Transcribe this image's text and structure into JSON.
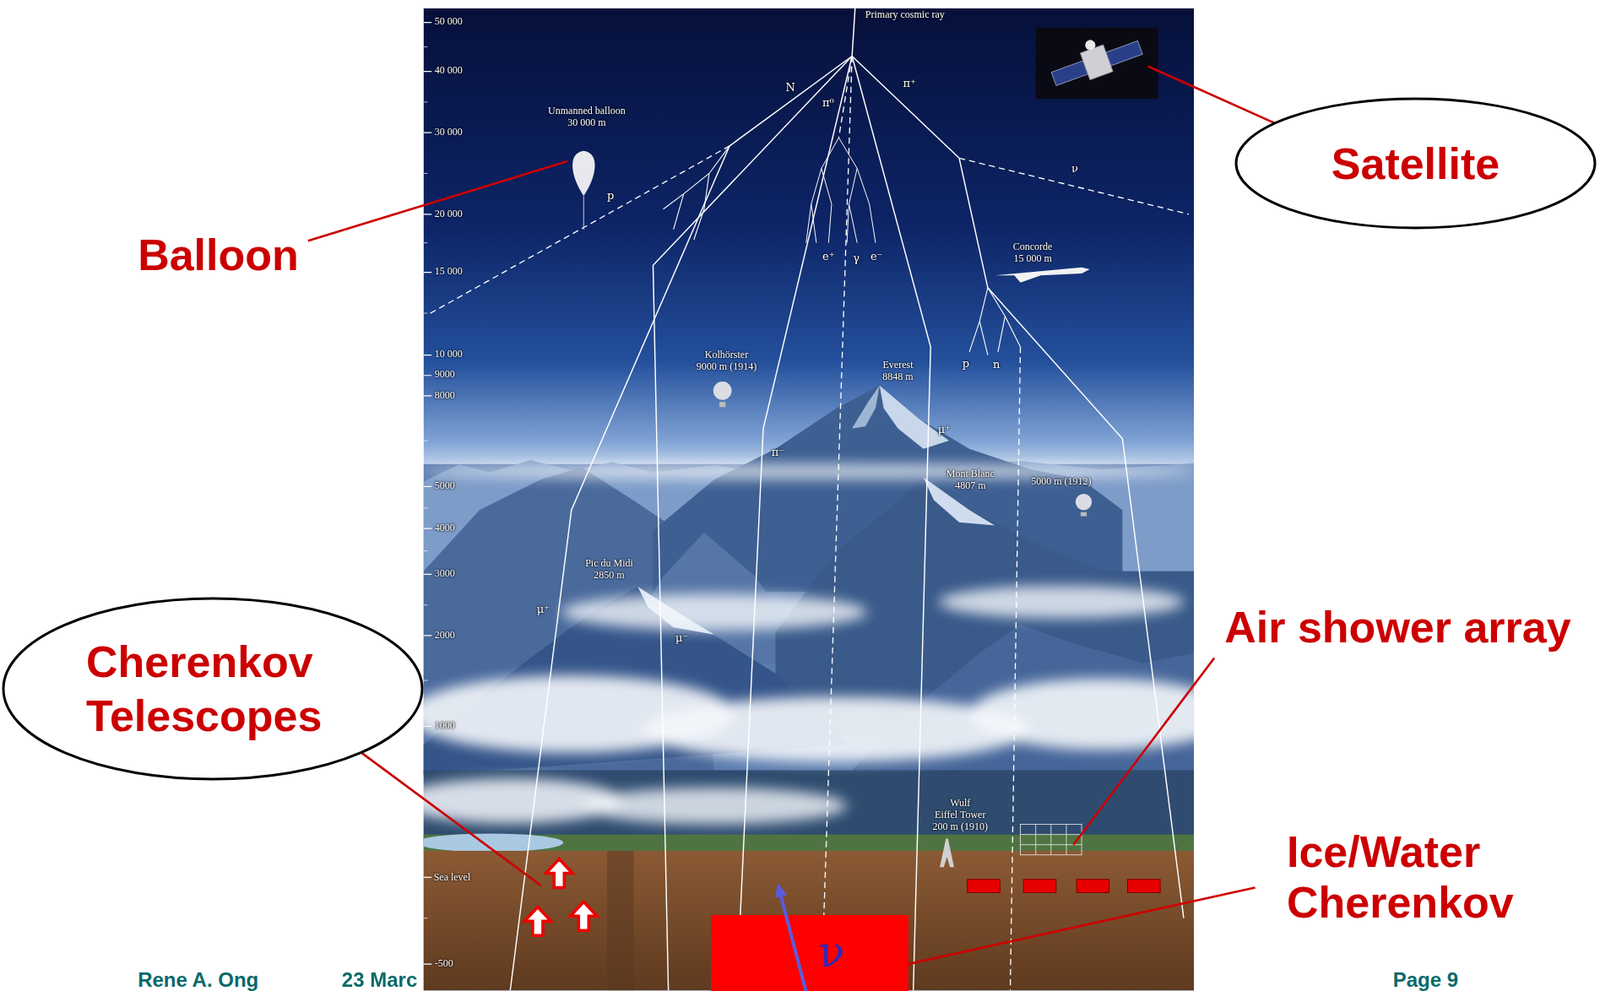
{
  "diagram": {
    "nodes": [
      {
        "text": [
          "Satellite"
        ]
      },
      {
        "text": [
          "Cherenkov Telescopes"
        ]
      },
      {
        "text": [
          "ν"
        ]
      }
    ],
    "labels": [
      "Balloon",
      "Air shower array",
      "Ice/Water Cherenkov",
      "Rene A. Ong",
      "23 Marc",
      "Page 9",
      "Primary cosmic ray",
      "Unmanned balloon 30 000 m",
      "Concorde 15 000 m",
      "Kolhörster 9000 m (1914)",
      "Everest 8848 m",
      "5000 m (1912)",
      "Mont Blanc 4807 m",
      "Pic du Midi 2850 m",
      "Wulf",
      "Eiffel Tower 200 m (1910)",
      "Sea level",
      "50 000",
      "40 000",
      "30 000",
      "20 000",
      "15 000",
      "10 000",
      "9000",
      "8000",
      "5000",
      "4000",
      "3000",
      "2000",
      "1000",
      "-500",
      "N",
      "π⁰",
      "π⁺",
      "p",
      "π⁻",
      "μ⁺",
      "μ⁻",
      "μ⁺",
      "ν",
      "p",
      "n",
      "e⁺",
      "γ",
      "e⁻"
    ]
  }
}
